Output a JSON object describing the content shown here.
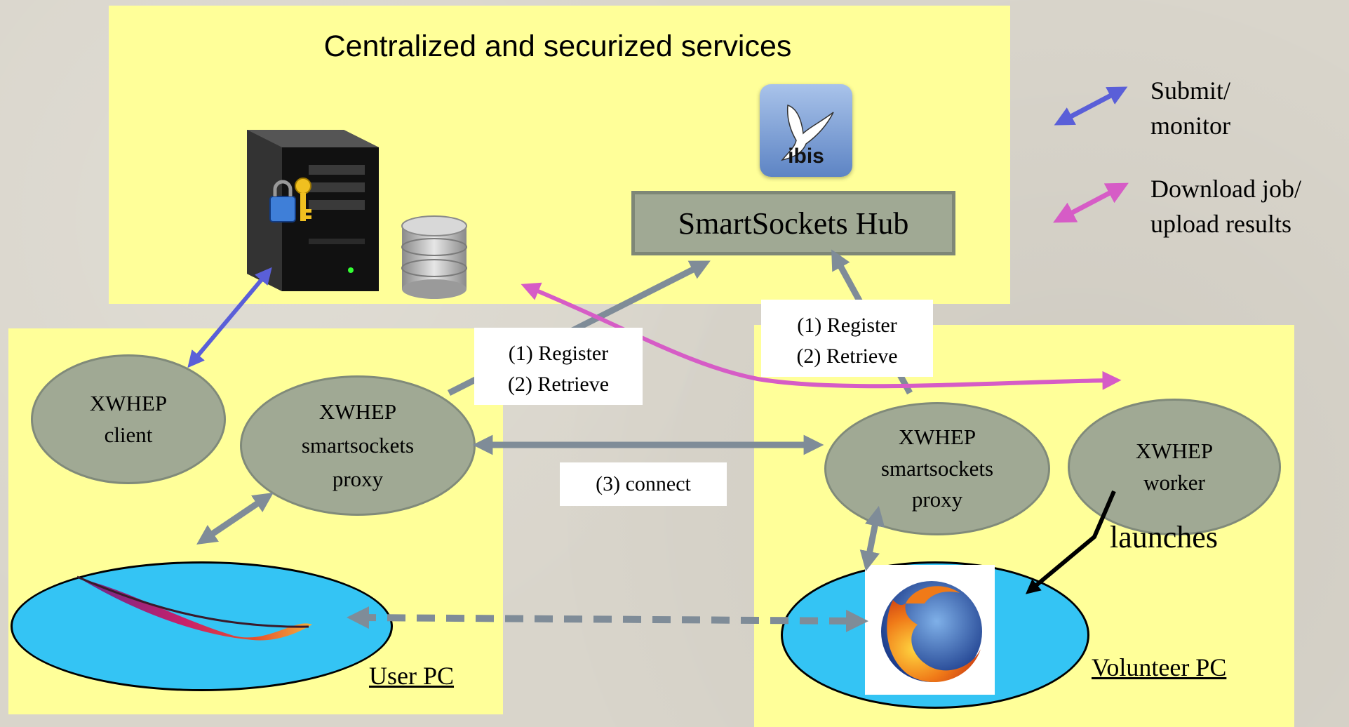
{
  "title": "Centralized and securized services",
  "legend": {
    "submit": {
      "lines": [
        "Submit/",
        "monitor"
      ],
      "color": "#5a5fd8"
    },
    "download": {
      "lines": [
        "Download job/",
        "upload results"
      ],
      "color": "#d65cc6"
    }
  },
  "ibis_logo_text": "ibis",
  "hub_label": "SmartSockets Hub",
  "nodes": {
    "client": {
      "lines": [
        "XWHEP",
        "client"
      ]
    },
    "user_proxy": {
      "lines": [
        "XWHEP",
        "smartsockets",
        "proxy"
      ]
    },
    "vol_proxy": {
      "lines": [
        "XWHEP",
        "smartsockets",
        "proxy"
      ]
    },
    "worker": {
      "lines": [
        "XWHEP",
        "worker"
      ]
    }
  },
  "labels": {
    "left_register": {
      "lines": [
        "(1) Register",
        "(2) Retrieve"
      ]
    },
    "right_register": {
      "lines": [
        "(1) Register",
        "(2) Retrieve"
      ]
    },
    "connect": "(3) connect",
    "launches": "launches"
  },
  "pcs": {
    "user": "User PC",
    "volunteer": "Volunteer PC"
  },
  "colors": {
    "panel": "#ffff99",
    "node": "#a0a994",
    "browser_ellipse": "#34c4f4",
    "gray_arrow": "#7f8c98",
    "background": "#d9d5cb"
  }
}
